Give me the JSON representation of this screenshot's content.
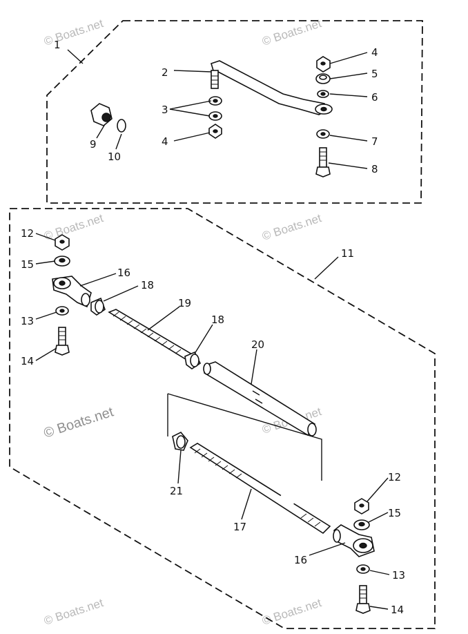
{
  "watermark": {
    "text": "© Boats.net"
  },
  "callouts": {
    "c1": "1",
    "c2": "2",
    "c3": "3",
    "c4a": "4",
    "c4b": "4",
    "c5": "5",
    "c6": "6",
    "c7": "7",
    "c8": "8",
    "c9": "9",
    "c10": "10",
    "c11": "11",
    "c12a": "12",
    "c12b": "12",
    "c13a": "13",
    "c13b": "13",
    "c14a": "14",
    "c14b": "14",
    "c15a": "15",
    "c15b": "15",
    "c16a": "16",
    "c16b": "16",
    "c17": "17",
    "c18a": "18",
    "c18b": "18",
    "c19": "19",
    "c20": "20",
    "c21": "21"
  }
}
